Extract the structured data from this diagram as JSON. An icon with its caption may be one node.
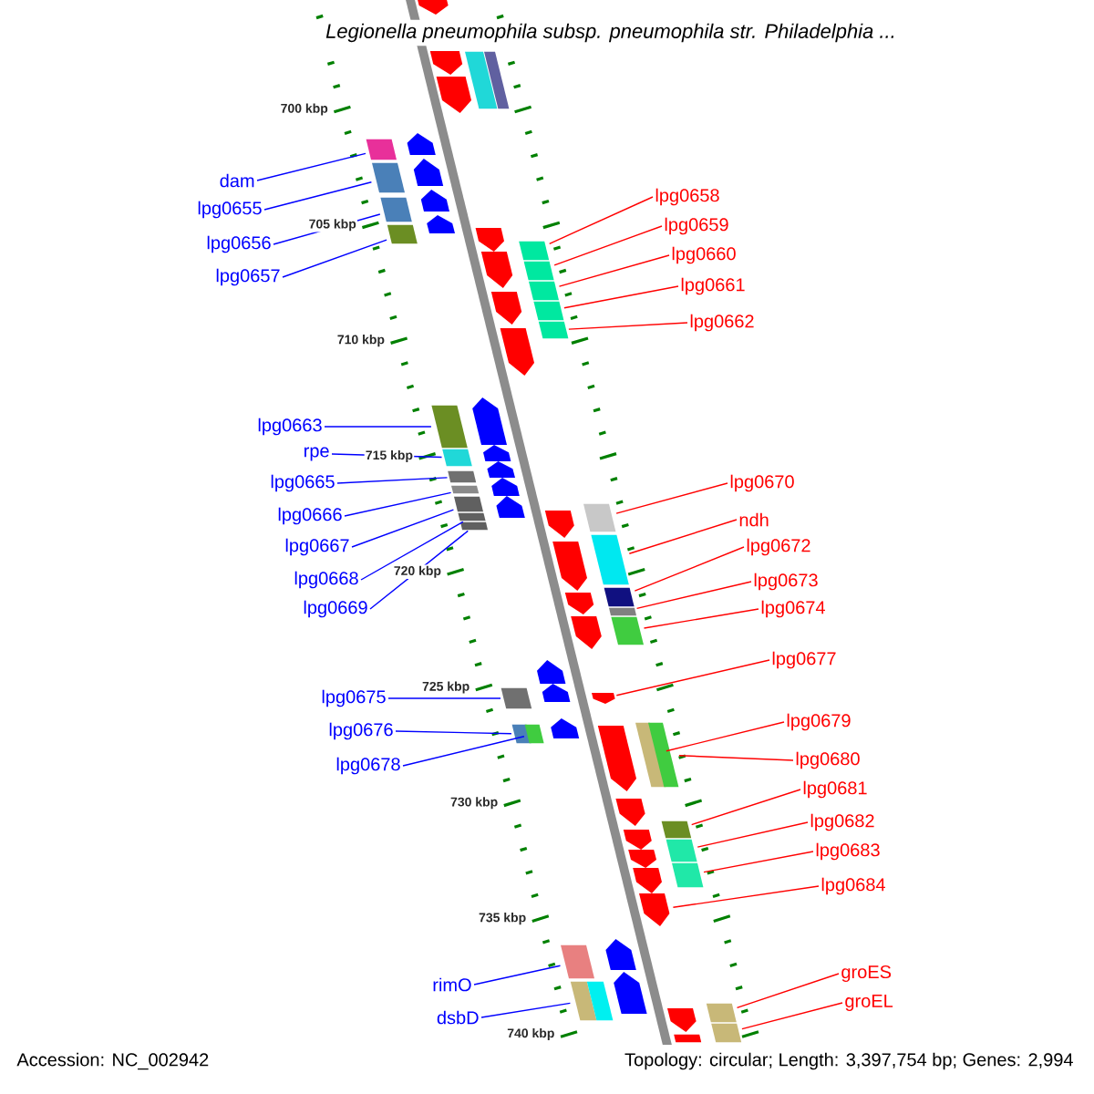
{
  "diagram": {
    "title": "Legionella pneumophila subsp. pneumophila str. Philadelphia ...",
    "nodes": [
      {
        "text": [
          "dam"
        ]
      },
      {
        "text": [
          "lpg0655"
        ]
      },
      {
        "text": [
          "lpg0656"
        ]
      },
      {
        "text": [
          "lpg0657"
        ]
      },
      {
        "text": [
          "lpg0663"
        ]
      },
      {
        "text": [
          "rpe"
        ]
      },
      {
        "text": [
          "lpg0665"
        ]
      },
      {
        "text": [
          "lpg0666"
        ]
      },
      {
        "text": [
          "lpg0667"
        ]
      },
      {
        "text": [
          "lpg0668"
        ]
      },
      {
        "text": [
          "lpg0669"
        ]
      },
      {
        "text": [
          "lpg0675"
        ]
      },
      {
        "text": [
          "lpg0676"
        ]
      },
      {
        "text": [
          "lpg0678"
        ]
      },
      {
        "text": [
          "rimO"
        ]
      },
      {
        "text": [
          "dsbD"
        ]
      },
      {
        "text": [
          "lpg0658"
        ]
      },
      {
        "text": [
          "lpg0659"
        ]
      },
      {
        "text": [
          "lpg0660"
        ]
      },
      {
        "text": [
          "lpg0661"
        ]
      },
      {
        "text": [
          "lpg0662"
        ]
      },
      {
        "text": [
          "lpg0670"
        ]
      },
      {
        "text": [
          "ndh"
        ]
      },
      {
        "text": [
          "lpg0672"
        ]
      },
      {
        "text": [
          "lpg0673"
        ]
      },
      {
        "text": [
          "lpg0674"
        ]
      },
      {
        "text": [
          "lpg0677"
        ]
      },
      {
        "text": [
          "lpg0679"
        ]
      },
      {
        "text": [
          "lpg0680"
        ]
      },
      {
        "text": [
          "lpg0681"
        ]
      },
      {
        "text": [
          "lpg0682"
        ]
      },
      {
        "text": [
          "lpg0683"
        ]
      },
      {
        "text": [
          "lpg0684"
        ]
      },
      {
        "text": [
          "groES"
        ]
      },
      {
        "text": [
          "groEL"
        ]
      },
      {
        "text": [],
        "shape": "box"
      },
      {
        "text": [],
        "shape": "box"
      },
      {
        "text": [],
        "shape": "box"
      },
      {
        "text": [],
        "shape": "box"
      },
      {
        "text": [],
        "shape": "box"
      },
      {
        "text": [],
        "shape": "box"
      },
      {
        "text": [],
        "shape": "box"
      },
      {
        "text": [],
        "shape": "box"
      },
      {
        "text": [],
        "shape": "box"
      },
      {
        "text": [],
        "shape": "box"
      },
      {
        "text": [],
        "shape": "box"
      },
      {
        "text": [],
        "shape": "box"
      },
      {
        "text": [],
        "shape": "box"
      },
      {
        "text": [],
        "shape": "box"
      },
      {
        "text": [],
        "shape": "box"
      },
      {
        "text": [],
        "shape": "box"
      },
      {
        "text": [],
        "shape": "box"
      },
      {
        "text": [],
        "shape": "box"
      },
      {
        "text": [],
        "shape": "box"
      },
      {
        "text": [],
        "shape": "box"
      },
      {
        "text": [],
        "shape": "box"
      },
      {
        "text": [],
        "shape": "box"
      },
      {
        "text": [],
        "shape": "box"
      },
      {
        "text": [],
        "shape": "box"
      },
      {
        "text": [],
        "shape": "box"
      },
      {
        "text": [],
        "shape": "box"
      },
      {
        "text": [],
        "shape": "pentagon"
      },
      {
        "text": [],
        "shape": "box"
      },
      {
        "text": [],
        "shape": "box"
      },
      {
        "text": [],
        "shape": "box"
      },
      {
        "text": [],
        "shape": "box"
      },
      {
        "text": [],
        "shape": "box"
      },
      {
        "text": [],
        "shape": "pentagon"
      },
      {
        "text": [],
        "shape": "box"
      },
      {
        "text": [],
        "shape": "box"
      },
      {
        "text": [],
        "shape": "pentagon"
      },
      {
        "text": [],
        "shape": "pentagon"
      },
      {
        "text": [],
        "shape": "pentagon"
      },
      {
        "text": [],
        "shape": "box"
      },
      {
        "text": [],
        "shape": "box"
      },
      {
        "text": [],
        "shape": "pentagon"
      },
      {
        "text": [],
        "shape": "pentagon"
      },
      {
        "text": [],
        "shape": "pentagon"
      },
      {
        "text": [],
        "shape": "pentagon"
      },
      {
        "text": [],
        "shape": "pentagon"
      },
      {
        "text": [],
        "shape": "pentagon"
      },
      {
        "text": [],
        "shape": "pentagon"
      },
      {
        "text": [],
        "shape": "pentagon"
      },
      {
        "text": [],
        "shape": "pentagon"
      },
      {
        "text": [],
        "shape": "pentagon"
      },
      {
        "text": [],
        "shape": "pentagon"
      },
      {
        "text": [],
        "shape": "pentagon"
      },
      {
        "text": [],
        "shape": "pentagon"
      },
      {
        "text": [],
        "shape": "pentagon"
      },
      {
        "text": [],
        "shape": "pentagon"
      },
      {
        "text": [],
        "shape": "pentagon"
      },
      {
        "text": [],
        "shape": "pentagon"
      },
      {
        "text": [],
        "shape": "pentagon"
      },
      {
        "text": [],
        "shape": "pentagon"
      },
      {
        "text": [],
        "shape": "pentagon"
      },
      {
        "text": [],
        "shape": "pentagon"
      },
      {
        "text": [],
        "shape": "pentagon"
      },
      {
        "text": [],
        "shape": "pentagon"
      },
      {
        "text": [],
        "shape": "pentagon"
      },
      {
        "text": [],
        "shape": "pentagon"
      },
      {
        "text": [],
        "shape": "pentagon"
      },
      {
        "text": [],
        "shape": "pentagon"
      },
      {
        "text": [],
        "shape": "box"
      },
      {
        "text": [],
        "shape": "pentagon"
      },
      {
        "text": [],
        "shape": "box"
      }
    ],
    "edges": [
      {
        "from": 0,
        "to": 35,
        "arrow": "none",
        "color": "#0000ff"
      },
      {
        "from": 1,
        "to": 36,
        "arrow": "none",
        "color": "#0000ff"
      },
      {
        "from": 2,
        "to": 37,
        "arrow": "none",
        "color": "#0000ff"
      },
      {
        "from": 3,
        "to": 38,
        "arrow": "none",
        "color": "#0000ff"
      },
      {
        "from": 4,
        "to": 39,
        "arrow": "none",
        "color": "#0000ff"
      },
      {
        "from": 5,
        "to": 40,
        "arrow": "none",
        "color": "#0000ff"
      },
      {
        "from": 6,
        "to": 41,
        "arrow": "none",
        "color": "#0000ff"
      },
      {
        "from": 7,
        "to": 42,
        "arrow": "none",
        "color": "#0000ff"
      },
      {
        "from": 8,
        "to": 43,
        "arrow": "none",
        "color": "#0000ff"
      },
      {
        "from": 9,
        "to": 44,
        "arrow": "none",
        "color": "#0000ff"
      },
      {
        "from": 10,
        "to": 45,
        "arrow": "none",
        "color": "#0000ff"
      },
      {
        "from": 11,
        "to": 46,
        "arrow": "none",
        "color": "#0000ff"
      },
      {
        "from": 12,
        "to": 47,
        "arrow": "none",
        "color": "#0000ff"
      },
      {
        "from": 13,
        "to": 48,
        "arrow": "none",
        "color": "#0000ff"
      },
      {
        "from": 14,
        "to": 49,
        "arrow": "none",
        "color": "#0000ff"
      },
      {
        "from": 15,
        "to": 50,
        "arrow": "none",
        "color": "#0000ff"
      },
      {
        "from": 16,
        "to": 51,
        "arrow": "none"
      },
      {
        "from": 17,
        "to": 52,
        "arrow": "none"
      },
      {
        "from": 18,
        "to": 53,
        "arrow": "none"
      },
      {
        "from": 19,
        "to": 54,
        "arrow": "none"
      },
      {
        "from": 20,
        "to": 55,
        "arrow": "none"
      },
      {
        "from": 21,
        "to": 56,
        "arrow": "none"
      },
      {
        "from": 22,
        "to": 57,
        "arrow": "none"
      },
      {
        "from": 23,
        "to": 58,
        "arrow": "none"
      },
      {
        "from": 24,
        "to": 59,
        "arrow": "none"
      },
      {
        "from": 25,
        "to": 60,
        "arrow": "none"
      },
      {
        "from": 26,
        "to": 61,
        "arrow": "none"
      },
      {
        "from": 27,
        "to": 62,
        "arrow": "none"
      },
      {
        "from": 28,
        "to": 63,
        "arrow": "none"
      },
      {
        "from": 29,
        "to": 64,
        "arrow": "none"
      },
      {
        "from": 30,
        "to": 65,
        "arrow": "none"
      },
      {
        "from": 31,
        "to": 66,
        "arrow": "none"
      },
      {
        "from": 32,
        "to": 67,
        "arrow": "none"
      },
      {
        "from": 33,
        "to": 68,
        "arrow": "none"
      },
      {
        "from": 34,
        "to": 69,
        "arrow": "none"
      }
    ],
    "labels": [
      "700 kbp",
      "705 kbp",
      "710 kbp",
      "715 kbp",
      "720 kbp",
      "725 kbp",
      "730 kbp",
      "735 kbp",
      "740 kbp",
      "Accession: NC_002942",
      "Topology: circular; Length: 3,397,754 bp; Genes: 2,994"
    ]
  }
}
